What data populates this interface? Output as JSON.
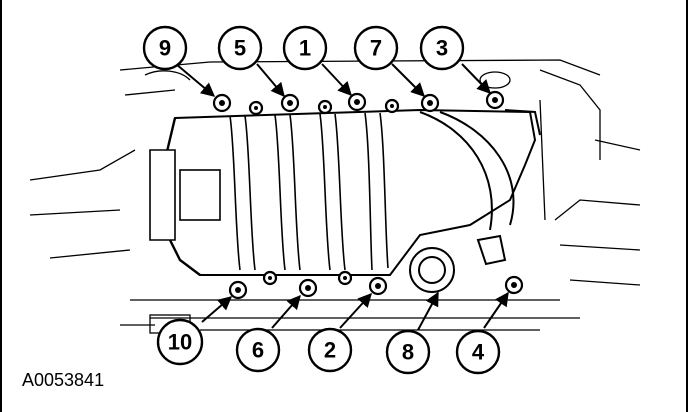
{
  "figure": {
    "id": "A0053841"
  },
  "callouts": [
    "9",
    "5",
    "1",
    "7",
    "3",
    "10",
    "6",
    "2",
    "8",
    "4"
  ],
  "colors": {
    "line": "#000000",
    "background": "#ffffff"
  }
}
